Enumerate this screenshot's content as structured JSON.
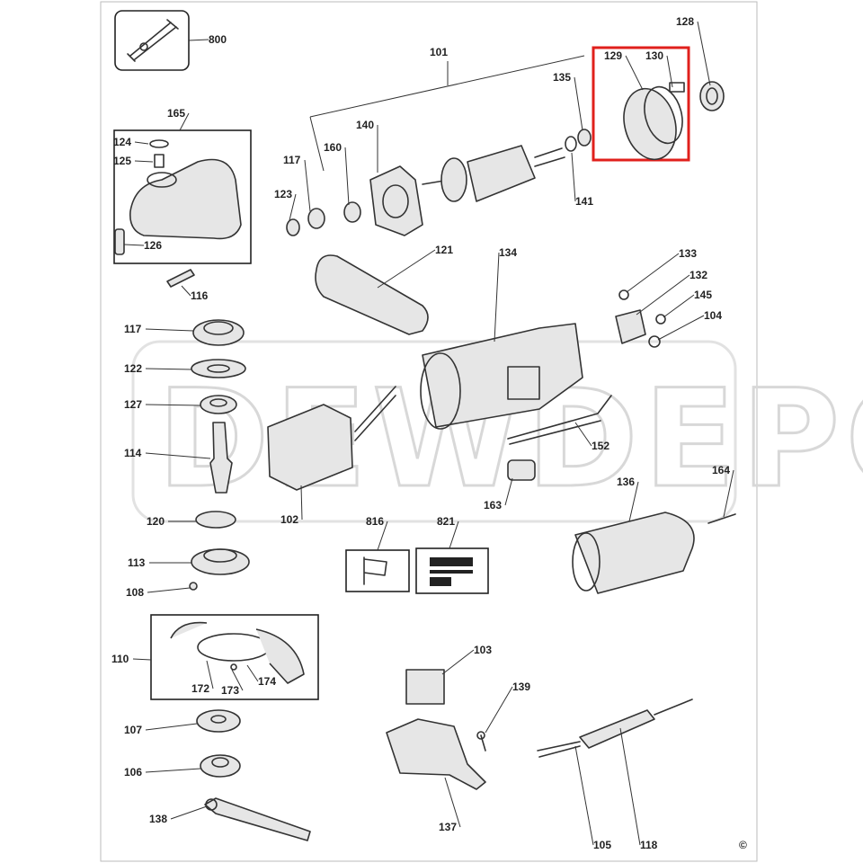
{
  "diagram": {
    "watermark": "DEWDEPO",
    "highlight_color": "#e0201c",
    "callouts": [
      {
        "id": "800"
      },
      {
        "id": "101"
      },
      {
        "id": "128"
      },
      {
        "id": "129"
      },
      {
        "id": "130"
      },
      {
        "id": "135"
      },
      {
        "id": "141"
      },
      {
        "id": "165"
      },
      {
        "id": "124"
      },
      {
        "id": "125"
      },
      {
        "id": "126"
      },
      {
        "id": "117"
      },
      {
        "id": "160"
      },
      {
        "id": "140"
      },
      {
        "id": "123"
      },
      {
        "id": "116"
      },
      {
        "id": "121"
      },
      {
        "id": "134"
      },
      {
        "id": "133"
      },
      {
        "id": "132"
      },
      {
        "id": "145"
      },
      {
        "id": "104"
      },
      {
        "id": "117b",
        "text": "117"
      },
      {
        "id": "122"
      },
      {
        "id": "127"
      },
      {
        "id": "114"
      },
      {
        "id": "102"
      },
      {
        "id": "152"
      },
      {
        "id": "163"
      },
      {
        "id": "120"
      },
      {
        "id": "816"
      },
      {
        "id": "821"
      },
      {
        "id": "136"
      },
      {
        "id": "164"
      },
      {
        "id": "113"
      },
      {
        "id": "108"
      },
      {
        "id": "110"
      },
      {
        "id": "172"
      },
      {
        "id": "173"
      },
      {
        "id": "174"
      },
      {
        "id": "107"
      },
      {
        "id": "106"
      },
      {
        "id": "103"
      },
      {
        "id": "139"
      },
      {
        "id": "137"
      },
      {
        "id": "138"
      },
      {
        "id": "105"
      },
      {
        "id": "118"
      },
      {
        "id": "copyright",
        "text": "©"
      }
    ]
  }
}
